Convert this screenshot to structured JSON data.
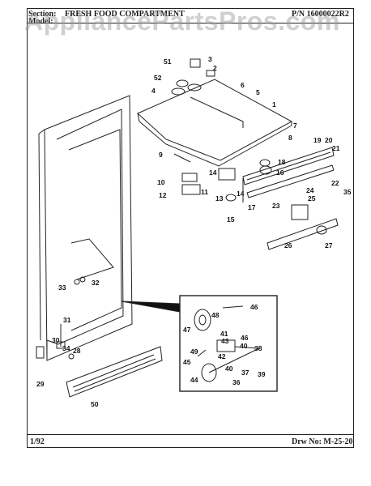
{
  "header": {
    "section_label": "Section:",
    "section_title": "FRESH FOOD COMPARTMENT",
    "model_label": "Model:",
    "part_number": "P/N 16000022R2"
  },
  "watermark": "AppliancePartsPros.com",
  "footer": {
    "date": "1/92",
    "drawing_number": "Drw No: M-25-20"
  },
  "callouts": [
    "1",
    "2",
    "3",
    "4",
    "5",
    "6",
    "7",
    "8",
    "9",
    "10",
    "11",
    "12",
    "13",
    "14",
    "14",
    "15",
    "16",
    "17",
    "18",
    "19",
    "20",
    "21",
    "22",
    "23",
    "24",
    "25",
    "26",
    "27",
    "28",
    "29",
    "30",
    "31",
    "32",
    "33",
    "34",
    "35",
    "36",
    "37",
    "38",
    "39",
    "40",
    "40",
    "41",
    "42",
    "43",
    "44",
    "45",
    "46",
    "46",
    "47",
    "48",
    "49",
    "50",
    "51",
    "52"
  ]
}
